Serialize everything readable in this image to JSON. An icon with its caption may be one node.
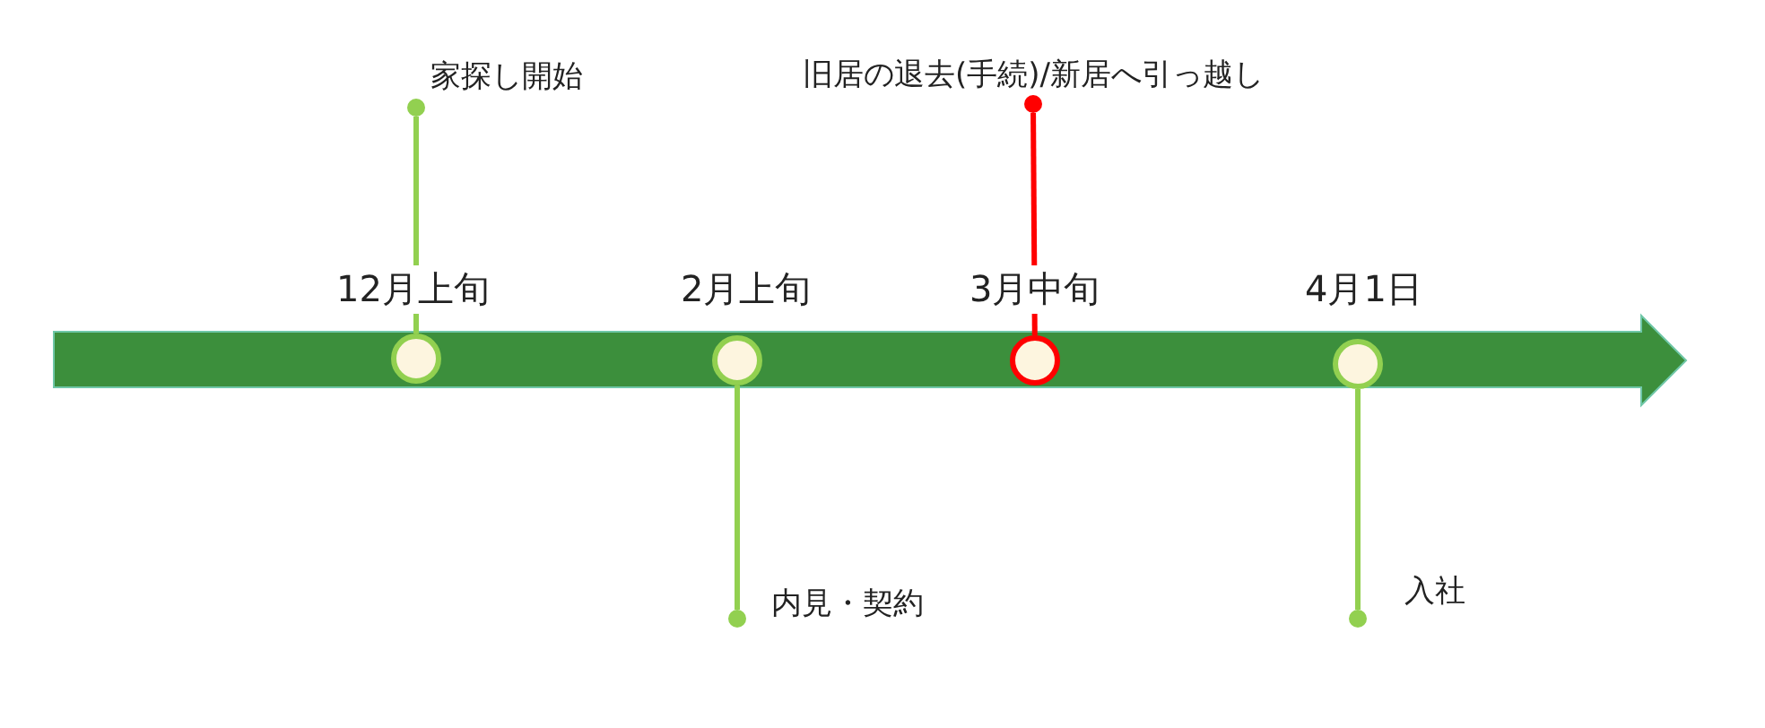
{
  "diagram": {
    "nodes": [
      {
        "text": [],
        "shape": "circle",
        "beside": [
          "12月上旬"
        ]
      },
      {
        "text": [],
        "shape": "circle",
        "beside": [
          "2月上旬"
        ]
      },
      {
        "text": [],
        "shape": "circle",
        "beside": [
          "3月中旬"
        ]
      },
      {
        "text": [],
        "shape": "circle",
        "beside": [
          "4月1日"
        ]
      },
      {
        "text": [],
        "shape": "circle",
        "beside": [
          "家探し開始"
        ]
      },
      {
        "text": [],
        "shape": "circle",
        "beside": [
          "内見・契約"
        ]
      },
      {
        "text": [],
        "shape": "circle",
        "beside": [
          "旧居の退去(手続)/新居へ引っ越し"
        ]
      },
      {
        "text": [],
        "shape": "circle",
        "beside": [
          "入社"
        ]
      }
    ],
    "edges": [
      {
        "from": 0,
        "to": 4,
        "arrow": "none"
      },
      {
        "from": 1,
        "to": 5,
        "arrow": "none"
      },
      {
        "from": 2,
        "to": 6,
        "arrow": "none",
        "color": "#ff0000"
      },
      {
        "from": 3,
        "to": 7,
        "arrow": "none"
      }
    ]
  }
}
